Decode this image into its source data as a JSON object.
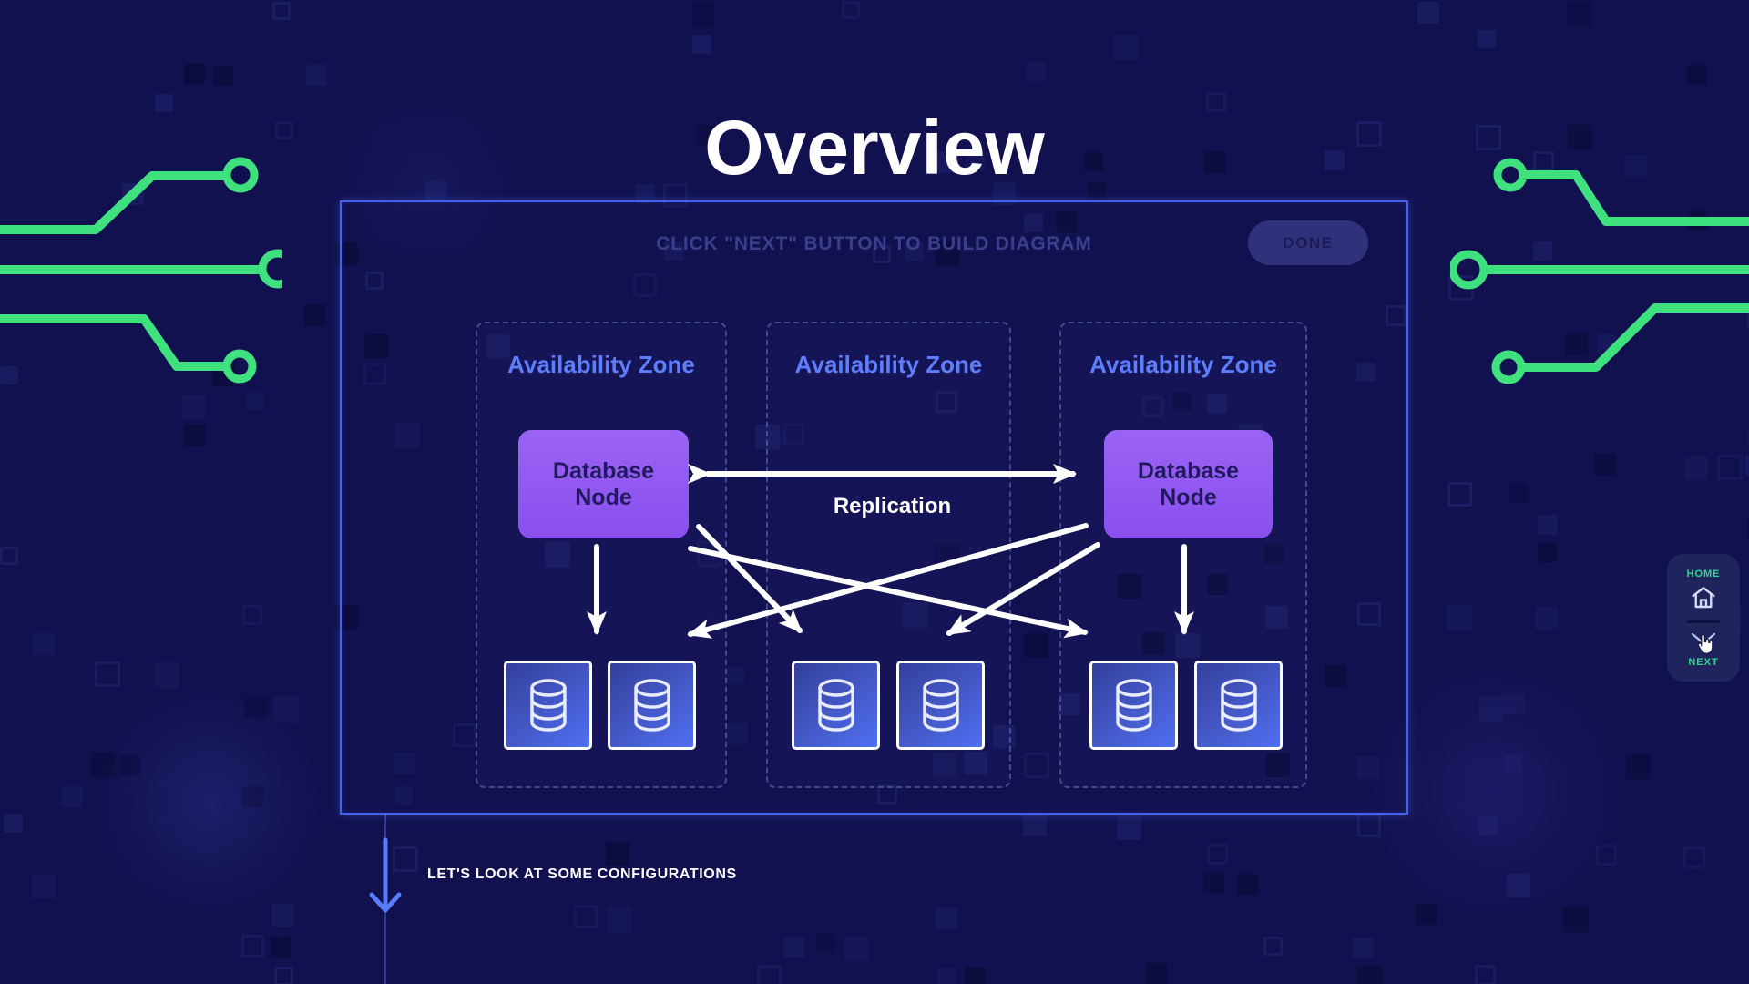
{
  "title": "Overview",
  "panel": {
    "hint": "CLICK \"NEXT\" BUTTON TO BUILD DIAGRAM",
    "done_button": "DONE",
    "zones": [
      {
        "label": "Availability Zone"
      },
      {
        "label": "Availability Zone"
      },
      {
        "label": "Availability Zone"
      }
    ],
    "left_node": "Database Node",
    "right_node": "Database Node",
    "replication_label": "Replication"
  },
  "footer": {
    "caption": "LET'S LOOK AT SOME CONFIGURATIONS"
  },
  "nav": {
    "home": "HOME",
    "next": "NEXT"
  },
  "icons": {
    "tiles": "database-cylinder-icon",
    "home": "home-icon",
    "next": "chevron-down-icon",
    "cursor": "hand-cursor-icon",
    "decoration": "circuit-trace-decoration"
  },
  "colors": {
    "background": "#121150",
    "panel_border": "#4361ee",
    "zone_label": "#5d7efa",
    "node_purple": "#9159ef",
    "circuit_green": "#3fe07e",
    "nav_green": "#2ed98b",
    "arrow_white": "#ffffff",
    "footer_arrow": "#5b7cfa",
    "hint_text": "#3b3e8c",
    "done_bg": "#31317b"
  }
}
